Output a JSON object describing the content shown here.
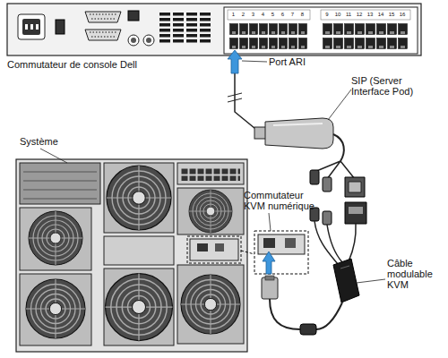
{
  "diagram": {
    "labels": [
      "Commutateur de console Dell",
      "Port ARI",
      "SIP (Server Interface Pod)",
      "Système",
      "Commutateur KVM numérique",
      "Câble modulable KVM",
      "1",
      "2",
      "3",
      "4",
      "5",
      "6",
      "7",
      "8",
      "9",
      "10",
      "11",
      "12",
      "13",
      "14",
      "15",
      "16"
    ]
  }
}
